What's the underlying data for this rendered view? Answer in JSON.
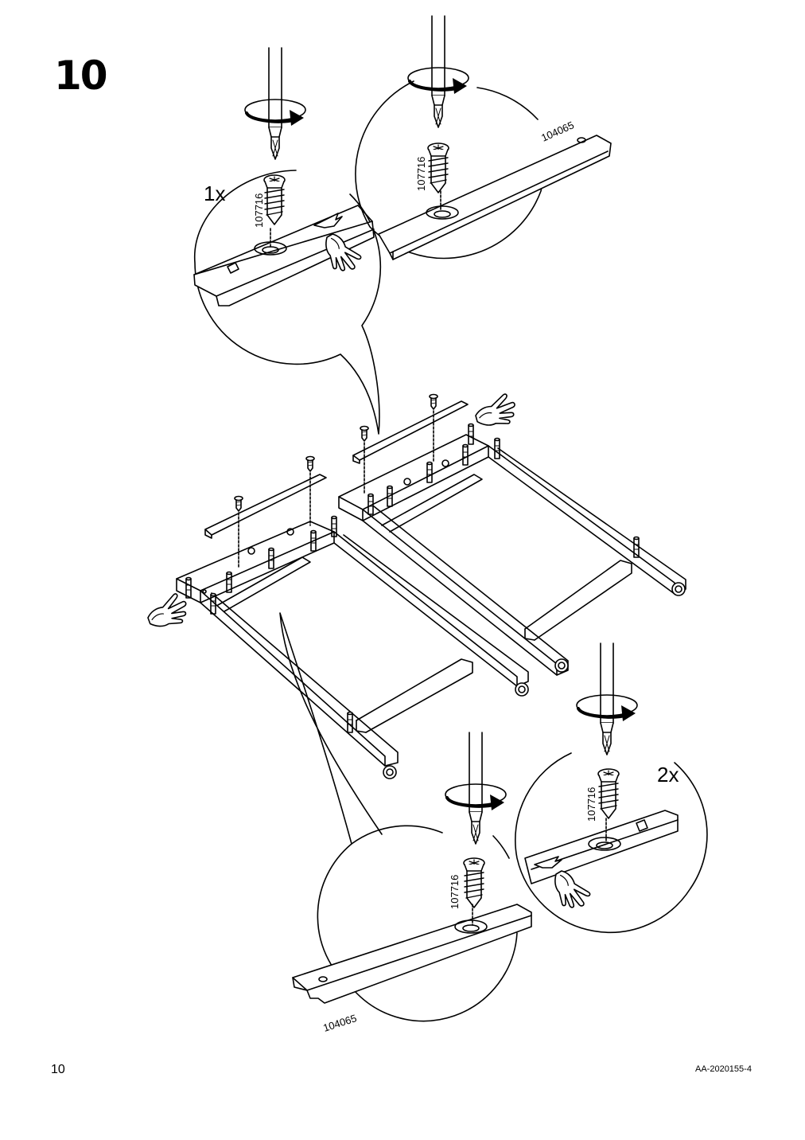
{
  "step": {
    "number": "10"
  },
  "callouts": [
    {
      "quantity": "1x",
      "screw_part": "107716"
    },
    {
      "rail_part": "104065",
      "screw_part": "107716"
    },
    {
      "quantity": "2x",
      "screw_part": "107716"
    },
    {
      "rail_part": "104065",
      "screw_part": "107716"
    }
  ],
  "footer": {
    "page_number": "10",
    "doc_code": "AA-2020155-4"
  },
  "icons": [
    "screwdriver-icon",
    "rotate-clockwise-icon",
    "screw-icon",
    "hand-pointing-icon",
    "slide-arrow-icon"
  ]
}
